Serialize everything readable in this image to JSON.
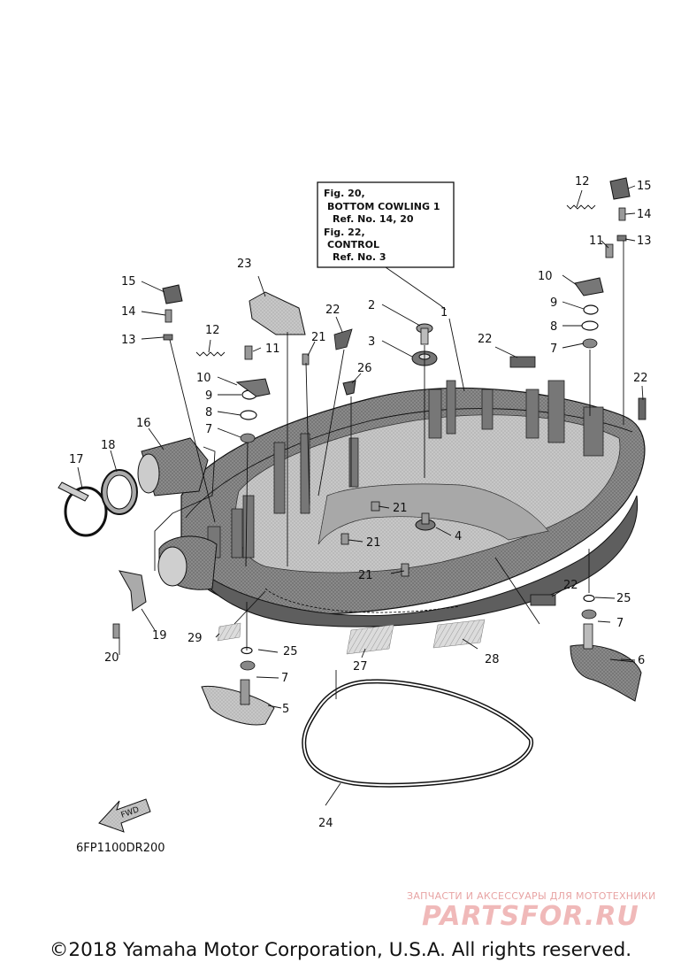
{
  "reference_box": {
    "lines": [
      "Fig. 20,",
      "BOTTOM COWLING 1",
      "Ref. No. 14, 20",
      "Fig. 22,",
      "CONTROL",
      "Ref. No. 3"
    ]
  },
  "callouts": {
    "c1": "1",
    "c2": "2",
    "c3": "3",
    "c4": "4",
    "c5": "5",
    "c6": "6",
    "c7a": "7",
    "c7b": "7",
    "c7c": "7",
    "c7d": "7",
    "c8a": "8",
    "c8b": "8",
    "c9a": "9",
    "c9b": "9",
    "c10a": "10",
    "c10b": "10",
    "c11a": "11",
    "c11b": "11",
    "c12a": "12",
    "c12b": "12",
    "c13a": "13",
    "c13b": "13",
    "c14a": "14",
    "c14b": "14",
    "c15a": "15",
    "c15b": "15",
    "c16": "16",
    "c17": "17",
    "c18": "18",
    "c19": "19",
    "c20": "20",
    "c21a": "21",
    "c21b": "21",
    "c21c": "21",
    "c21d": "21",
    "c22a": "22",
    "c22b": "22",
    "c22c": "22",
    "c22d": "22",
    "c23": "23",
    "c24": "24",
    "c25a": "25",
    "c25b": "25",
    "c26": "26",
    "c27": "27",
    "c28": "28",
    "c29": "29"
  },
  "fwd_label": "FWD",
  "diagram_code": "6FP1100DR200",
  "watermark": {
    "line1": "ЗАПЧАСТИ И АКСЕССУАРЫ ДЛЯ МОТОТЕХНИКИ",
    "line2": "PARTSFOR.RU"
  },
  "copyright": "©2018 Yamaha Motor Corporation, U.S.A. All rights reserved.",
  "colors": {
    "line": "#111111",
    "shell": "#6e6e6e",
    "shell_light": "#bdbdbd",
    "watermark": "#e8a4a4"
  }
}
